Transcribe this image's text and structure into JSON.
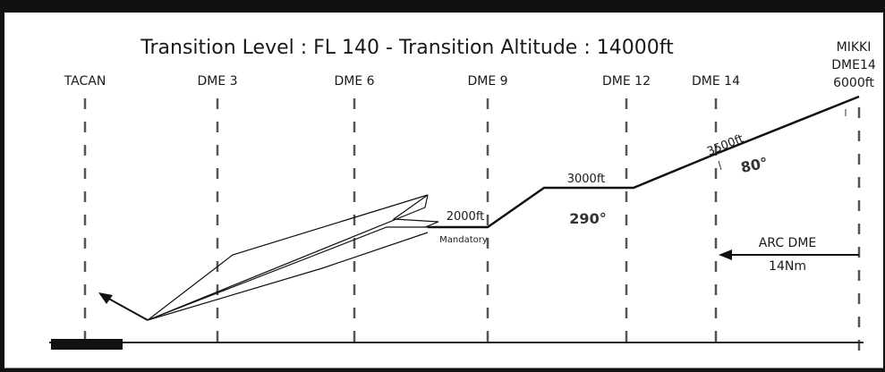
{
  "title": "Transition Level : FL 140  -  Transition Altitude : 14000ft",
  "fixes": [
    {
      "name": "TACAN"
    },
    {
      "name": "DME 3"
    },
    {
      "name": "DME 6"
    },
    {
      "name": "DME 9"
    },
    {
      "name": "DME 12"
    },
    {
      "name": "DME 14"
    },
    {
      "name": "MIKKI"
    }
  ],
  "mikki": {
    "name": "MIKKI",
    "dme": "DME14",
    "altitude": "6000ft"
  },
  "altitudes": {
    "a2000": "2000ft",
    "mandatory": "Mandatory",
    "a3000": "3000ft",
    "a3500": "3500ft"
  },
  "headings": {
    "h290": "290°",
    "h080": "80°"
  },
  "arc": {
    "label": "ARC DME",
    "distance": "14Nm"
  }
}
